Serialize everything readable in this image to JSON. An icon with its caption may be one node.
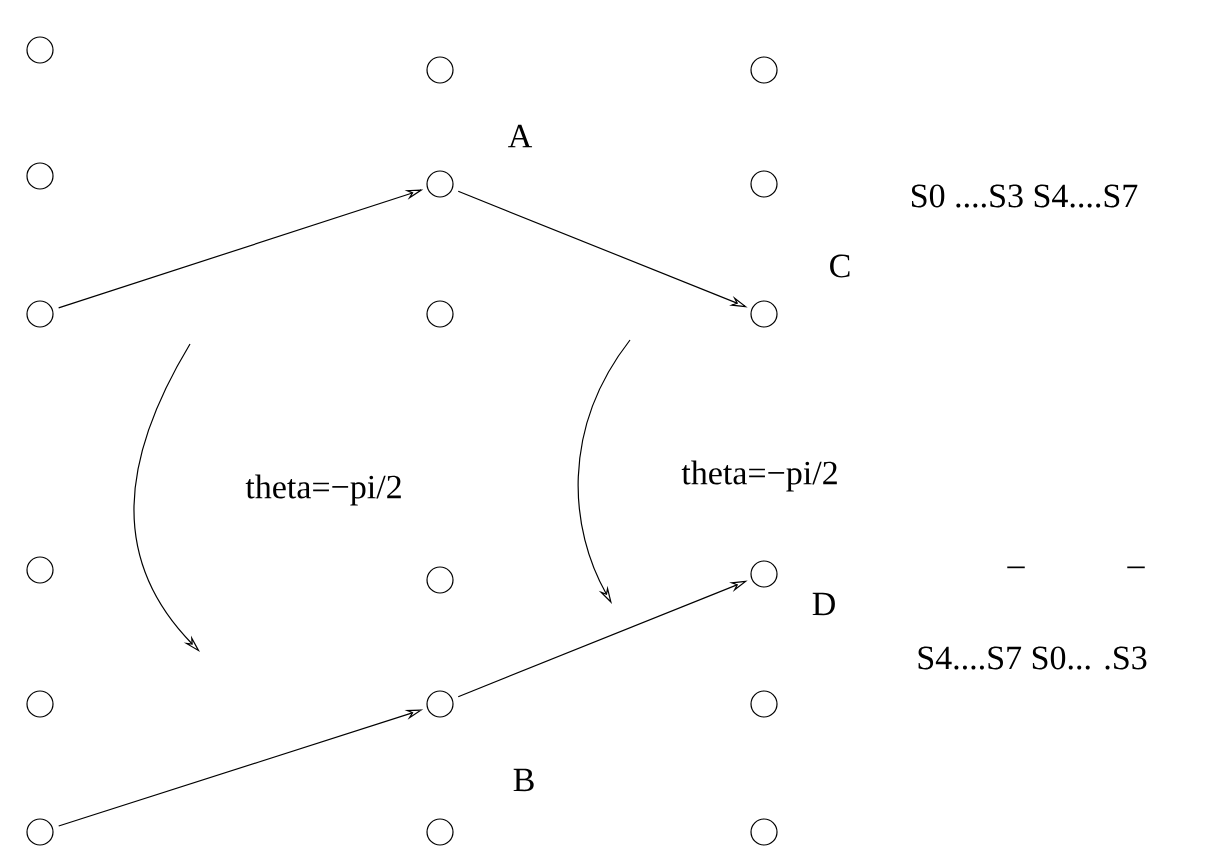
{
  "diagram": {
    "nodes": [
      {
        "text": [],
        "shape": "circle"
      },
      {
        "text": [],
        "shape": "circle"
      },
      {
        "text": [],
        "shape": "circle"
      },
      {
        "text": [],
        "shape": "circle"
      },
      {
        "text": [],
        "shape": "circle",
        "beside": [
          "A"
        ]
      },
      {
        "text": [],
        "shape": "circle"
      },
      {
        "text": [],
        "shape": "circle"
      },
      {
        "text": [],
        "shape": "circle"
      },
      {
        "text": [],
        "shape": "circle",
        "beside": [
          "C"
        ]
      },
      {
        "text": [],
        "shape": "circle"
      },
      {
        "text": [],
        "shape": "circle"
      },
      {
        "text": [],
        "shape": "circle",
        "beside": [
          "D"
        ]
      },
      {
        "text": [],
        "shape": "circle"
      },
      {
        "text": [],
        "shape": "circle",
        "beside": [
          "B"
        ]
      },
      {
        "text": [],
        "shape": "circle"
      },
      {
        "text": [],
        "shape": "circle"
      },
      {
        "text": [],
        "shape": "circle"
      },
      {
        "text": [],
        "shape": "circle"
      }
    ],
    "edges": [
      {
        "from": 6,
        "to": 4,
        "arrow": "to"
      },
      {
        "from": 4,
        "to": 8,
        "arrow": "to"
      },
      {
        "from": 15,
        "to": 13,
        "arrow": "to"
      },
      {
        "from": 13,
        "to": 11,
        "arrow": "to"
      }
    ],
    "labels": [
      "S0 ....S3 S4....S7",
      "theta=−pi/2",
      "theta=−pi/2",
      "_",
      "_",
      "S4....S7 S0... .S3"
    ]
  }
}
